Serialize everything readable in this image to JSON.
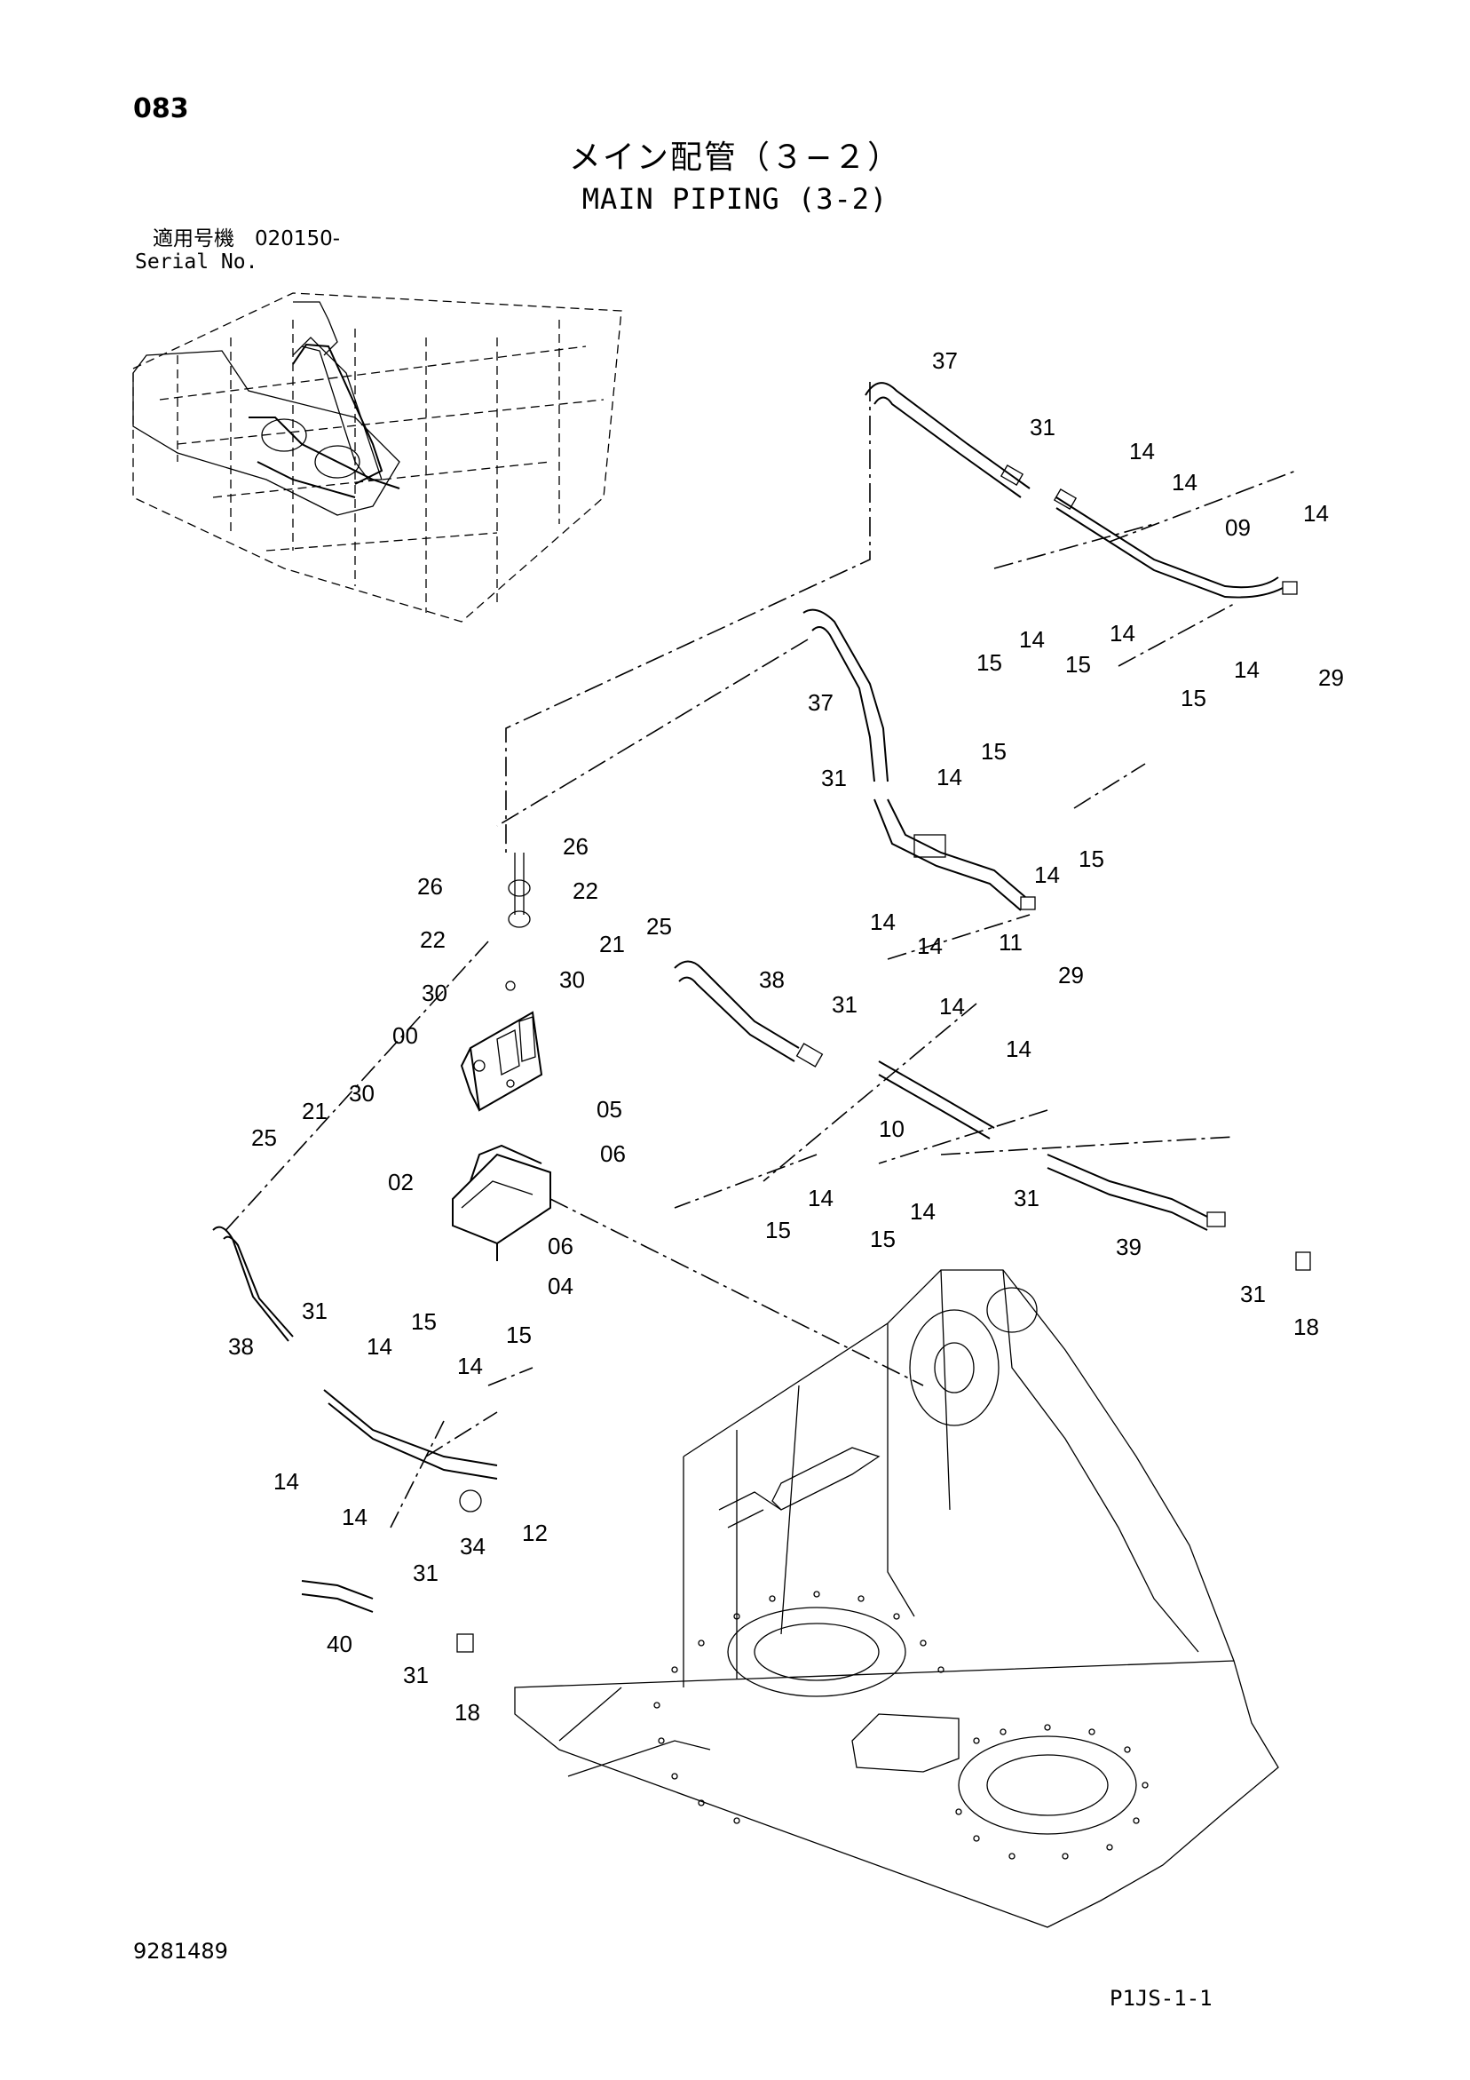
{
  "page": {
    "number": "083",
    "title_jp": "メイン配管（３−２）",
    "title_en": "MAIN PIPING (3-2)",
    "serial_label_jp": "適用号機　020150-",
    "serial_label_en": "Serial No.",
    "document_number": "9281489",
    "reference_code": "P1JS-1-1"
  },
  "callouts": {
    "c37a": "37",
    "c31a": "31",
    "c14a": "14",
    "c14b": "14",
    "c09": "09",
    "c14c": "14",
    "c14d": "14",
    "c15a": "15",
    "c15b": "15",
    "c14e": "14",
    "c14f": "14",
    "c15c": "15",
    "c29a": "29",
    "c37b": "37",
    "c31b": "31",
    "c14g": "14",
    "c15d": "15",
    "c15e": "15",
    "c14h": "14",
    "c14i": "14",
    "c14j": "14",
    "c11": "11",
    "c29b": "29",
    "c26a": "26",
    "c26b": "26",
    "c22a": "22",
    "c22b": "22",
    "c30a": "30",
    "c30b": "30",
    "c21a": "21",
    "c25a": "25",
    "c38a": "38",
    "c31c": "31",
    "c14k": "14",
    "c14l": "14",
    "c00": "00",
    "c05": "05",
    "c06a": "06",
    "c02": "02",
    "c06b": "06",
    "c04": "04",
    "c10": "10",
    "c14m": "14",
    "c14n": "14",
    "c15f": "15",
    "c15g": "15",
    "c31d": "31",
    "c39": "39",
    "c31e": "31",
    "c18a": "18",
    "c25b": "25",
    "c21b": "21",
    "c30c": "30",
    "c38b": "38",
    "c31f": "31",
    "c15h": "15",
    "c14o": "14",
    "c14p": "14",
    "c15i": "15",
    "c14q": "14",
    "c14r": "14",
    "c12": "12",
    "c34": "34",
    "c31g": "31",
    "c40": "40",
    "c31h": "31",
    "c18b": "18"
  }
}
